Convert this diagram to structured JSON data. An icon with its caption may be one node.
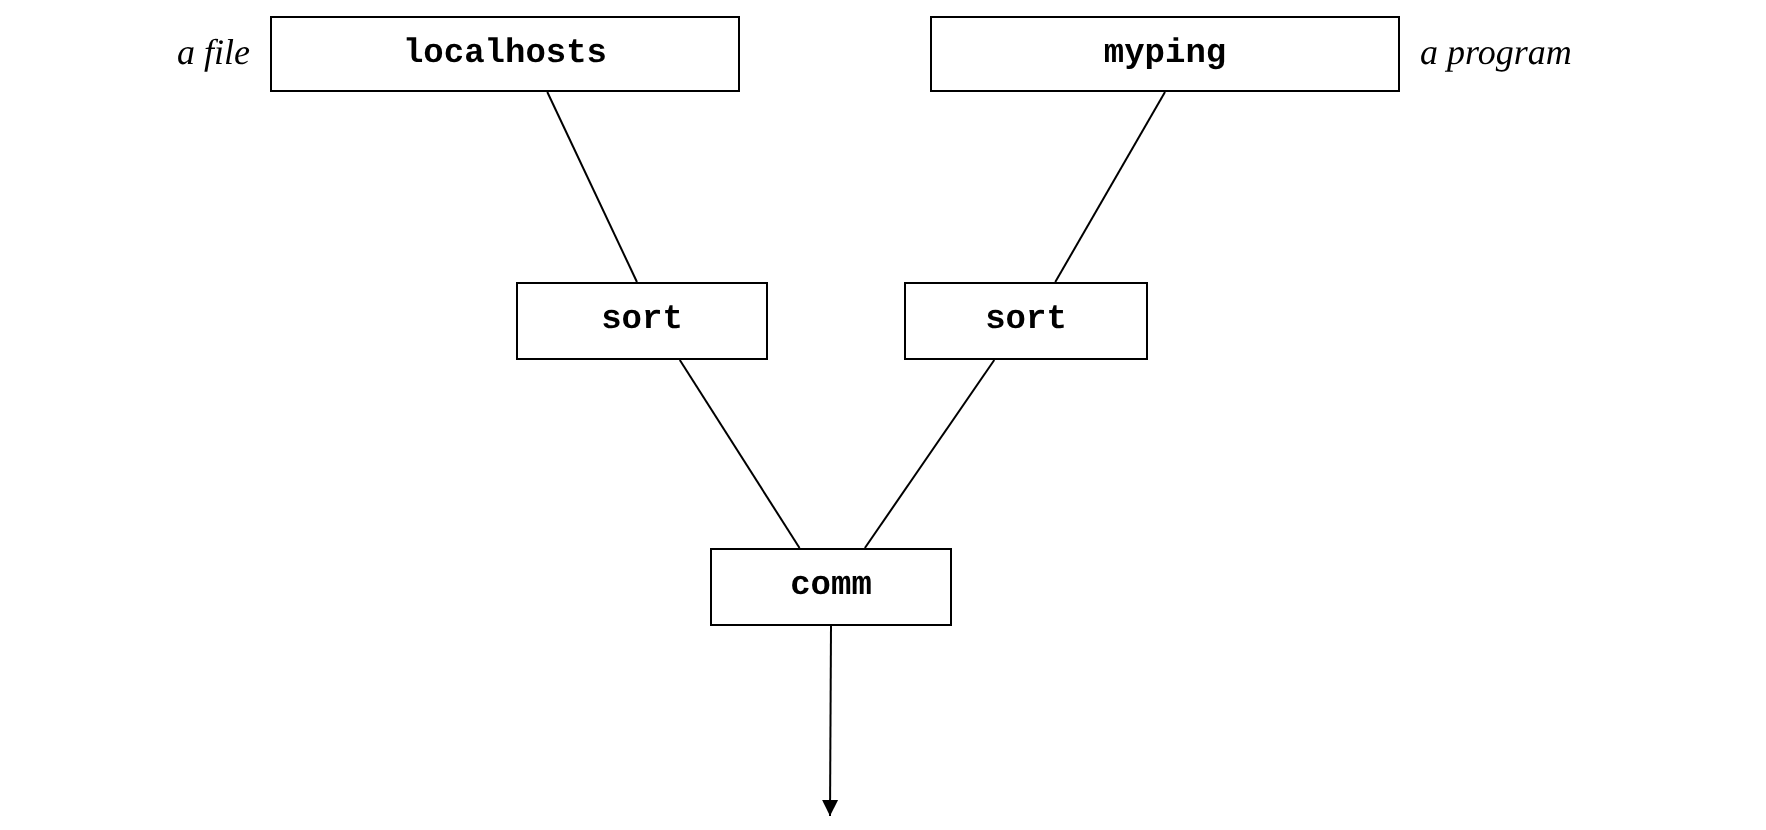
{
  "diagram": {
    "nodes": [
      {
        "text": [
          "localhosts"
        ],
        "beside": [
          "a file"
        ]
      },
      {
        "text": [
          "myping"
        ],
        "beside": [
          "a program"
        ]
      },
      {
        "text": [
          "sort"
        ]
      },
      {
        "text": [
          "sort"
        ]
      },
      {
        "text": [
          "comm"
        ]
      }
    ],
    "edges": [
      {
        "from": 0,
        "to": 2,
        "arrow": "none"
      },
      {
        "from": 1,
        "to": 3,
        "arrow": "none"
      },
      {
        "from": 2,
        "to": 4,
        "arrow": "none"
      },
      {
        "from": 3,
        "to": 4,
        "arrow": "none"
      },
      {
        "from": 4,
        "to": null,
        "arrow": "to"
      }
    ]
  }
}
